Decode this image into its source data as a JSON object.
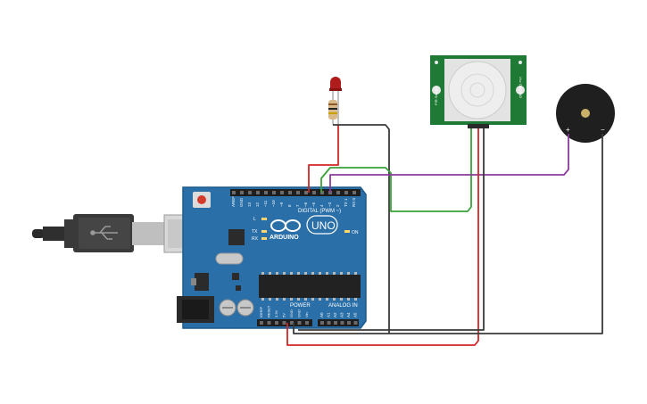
{
  "board": {
    "logo_text": "ARDUINO",
    "model": "UNO",
    "header_digital": "DIGITAL (PWM ~)",
    "header_power": "POWER",
    "header_analog": "ANALOG IN",
    "led_on": "ON",
    "led_l": "L",
    "led_tx": "TX",
    "led_rx": "RX",
    "digital_pins": [
      "AREF",
      "GND",
      "13",
      "12",
      "~11",
      "~10",
      "~9",
      "8",
      "7",
      "~6",
      "~5",
      "4",
      "~3",
      "2",
      "TX 1",
      "RX 0"
    ],
    "power_pins": [
      "IOREF",
      "RESET",
      "3.3V",
      "5V",
      "GND",
      "GND",
      "Vin"
    ],
    "analog_pins": [
      "A0",
      "A1",
      "A2",
      "A3",
      "A4",
      "A5"
    ]
  },
  "pir": {
    "left_text": "PIR Sensor",
    "right_text": "Vcc Out GND"
  },
  "buzzer": {
    "plus": "+",
    "minus": "−"
  },
  "colors": {
    "board": "#2a6fa8",
    "red_wire": "#d32626",
    "black_wire": "#3a3a3a",
    "green_wire": "#3aa13a",
    "purple_wire": "#8a3a9a",
    "pir_board": "#1f7a35"
  }
}
